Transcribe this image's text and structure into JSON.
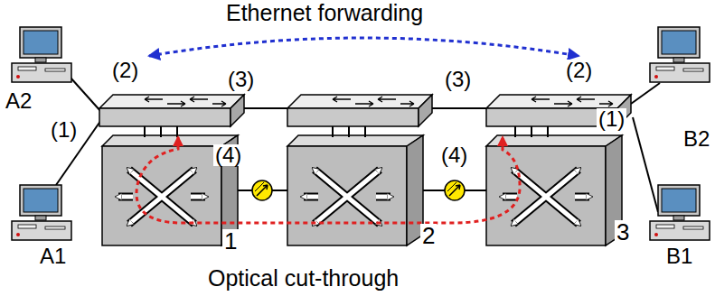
{
  "diagram": {
    "nodes": [
      {
        "text": [
          "A2"
        ]
      },
      {
        "text": [
          "A1"
        ]
      },
      {
        "text": [
          "1"
        ]
      },
      {
        "text": [
          "2"
        ]
      },
      {
        "text": [
          "3"
        ]
      },
      {
        "text": [
          "B2"
        ]
      },
      {
        "text": [
          "B1"
        ]
      }
    ],
    "edges": [
      {
        "from": 2,
        "to": 3,
        "arrow": "none"
      },
      {
        "from": 3,
        "to": 4,
        "arrow": "none"
      }
    ],
    "labels": [
      "Ethernet forwarding",
      "(2)",
      "(3)",
      "(3)",
      "(2)",
      "(1)",
      "(1)",
      "(4)",
      "(4)",
      "Optical cut-through"
    ]
  }
}
